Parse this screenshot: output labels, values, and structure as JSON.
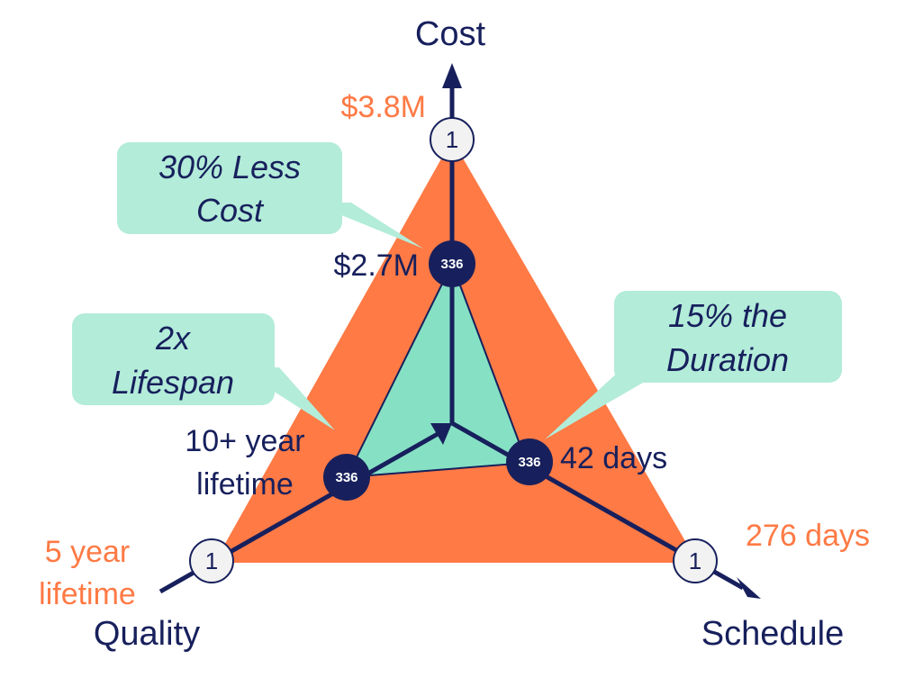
{
  "axes": {
    "cost": "Cost",
    "quality": "Quality",
    "schedule": "Schedule"
  },
  "baseline": {
    "cost": "$3.8M",
    "quality_line1": "5 year",
    "quality_line2": "lifetime",
    "schedule": "276 days",
    "node_label": "1"
  },
  "improved": {
    "cost": "$2.7M",
    "quality_line1": "10+ year",
    "quality_line2": "lifetime",
    "schedule": "42 days",
    "node_label": "336"
  },
  "callouts": {
    "cost_line1": "30% Less",
    "cost_line2": "Cost",
    "quality_line1": "2x",
    "quality_line2": "Lifespan",
    "schedule_line1": "15% the",
    "schedule_line2": "Duration"
  },
  "colors": {
    "outer_triangle": "#ff7a45",
    "inner_triangle": "#86e1c4",
    "callout_bg": "#b3ecd9",
    "navy": "#17205c",
    "orange_text": "#ff7a45"
  }
}
